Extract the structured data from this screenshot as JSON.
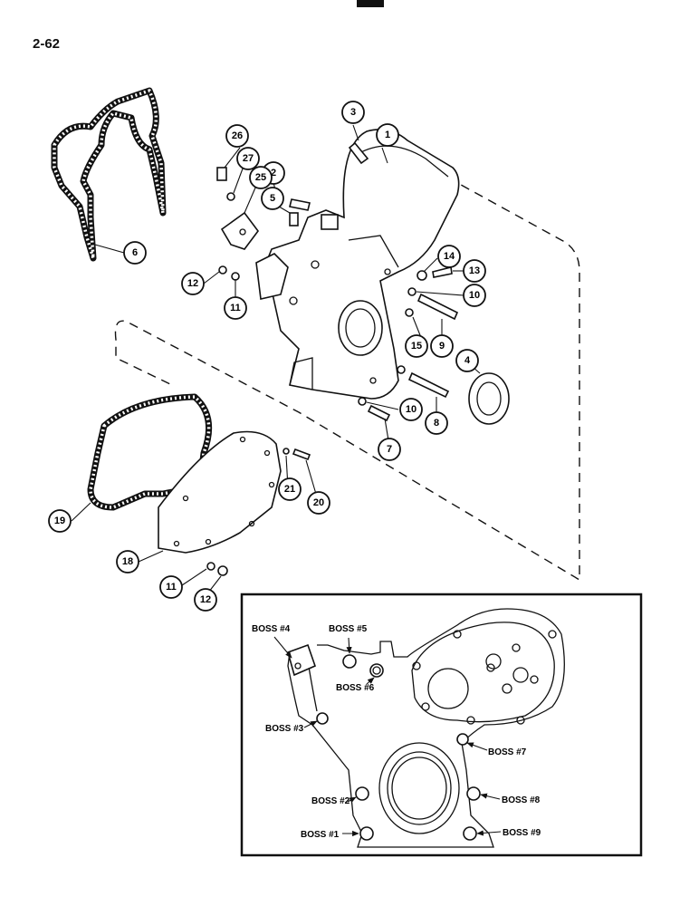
{
  "page": {
    "number": "2-62"
  },
  "callouts": [
    {
      "id": "c1",
      "label": "1"
    },
    {
      "id": "c2",
      "label": "2"
    },
    {
      "id": "c3",
      "label": "3"
    },
    {
      "id": "c4",
      "label": "4"
    },
    {
      "id": "c5",
      "label": "5"
    },
    {
      "id": "c6",
      "label": "6"
    },
    {
      "id": "c7",
      "label": "7"
    },
    {
      "id": "c8",
      "label": "8"
    },
    {
      "id": "c9",
      "label": "9"
    },
    {
      "id": "c10a",
      "label": "10"
    },
    {
      "id": "c10b",
      "label": "10"
    },
    {
      "id": "c11a",
      "label": "11"
    },
    {
      "id": "c11b",
      "label": "11"
    },
    {
      "id": "c12a",
      "label": "12"
    },
    {
      "id": "c12b",
      "label": "12"
    },
    {
      "id": "c13",
      "label": "13"
    },
    {
      "id": "c14",
      "label": "14"
    },
    {
      "id": "c15",
      "label": "15"
    },
    {
      "id": "c18",
      "label": "18"
    },
    {
      "id": "c19",
      "label": "19"
    },
    {
      "id": "c20",
      "label": "20"
    },
    {
      "id": "c21",
      "label": "21"
    },
    {
      "id": "c25",
      "label": "25"
    },
    {
      "id": "c26",
      "label": "26"
    },
    {
      "id": "c27",
      "label": "27"
    }
  ],
  "inset": {
    "bosses": [
      {
        "id": "b1",
        "label": "BOSS #1"
      },
      {
        "id": "b2",
        "label": "BOSS #2"
      },
      {
        "id": "b3",
        "label": "BOSS #3"
      },
      {
        "id": "b4",
        "label": "BOSS #4"
      },
      {
        "id": "b5",
        "label": "BOSS #5"
      },
      {
        "id": "b6",
        "label": "BOSS #6"
      },
      {
        "id": "b7",
        "label": "BOSS #7"
      },
      {
        "id": "b8",
        "label": "BOSS #8"
      },
      {
        "id": "b9",
        "label": "BOSS #9"
      }
    ]
  }
}
